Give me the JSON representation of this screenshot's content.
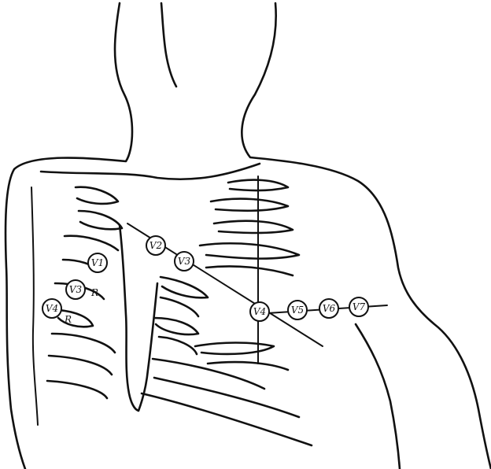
{
  "diagram": {
    "electrodes": [
      {
        "id": "v1",
        "label": "V1"
      },
      {
        "id": "v2",
        "label": "V2"
      },
      {
        "id": "v3",
        "label": "V3"
      },
      {
        "id": "v4",
        "label": "V4"
      },
      {
        "id": "v5",
        "label": "V5"
      },
      {
        "id": "v6",
        "label": "V6"
      },
      {
        "id": "v7",
        "label": "V7"
      },
      {
        "id": "v3r",
        "label": "V3"
      },
      {
        "id": "v4r",
        "label": "V4"
      }
    ],
    "right_side_marks": [
      "R",
      "R"
    ]
  }
}
